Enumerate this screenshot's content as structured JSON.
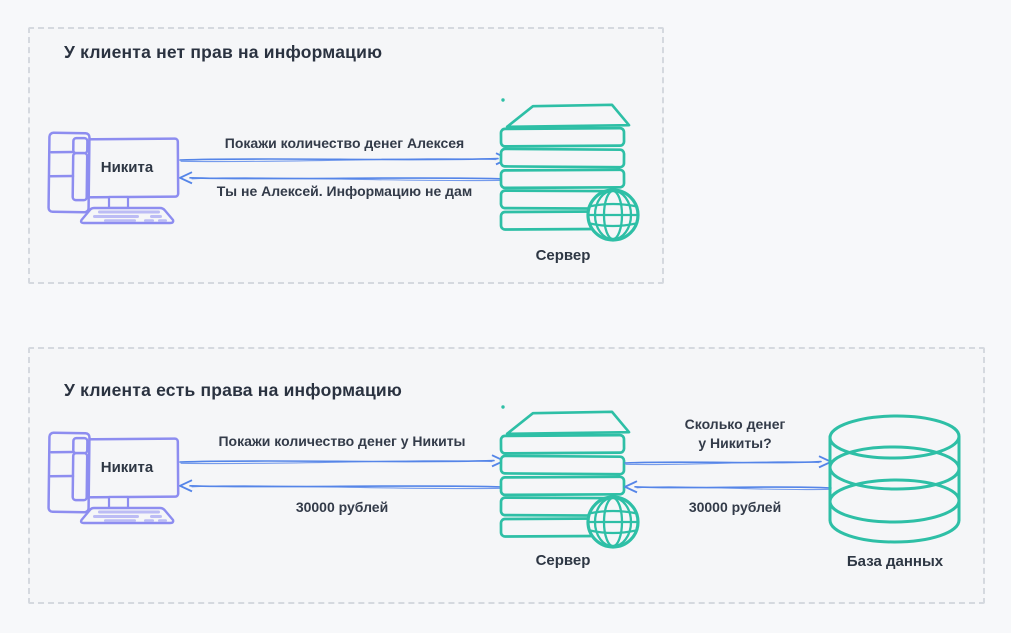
{
  "colors": {
    "page_bg": "#f7f8fa",
    "panel_bg": "#f5f6f8",
    "panel_border": "#d5d9df",
    "arrow_blue": "#5585e8",
    "icon_teal": "#2ebfa6",
    "icon_purple": "#8d8df0",
    "text_dark": "#2d3542"
  },
  "icons": {
    "client": "computer-icon",
    "server": "server-rack-globe-icon",
    "database": "database-cylinder-icon",
    "arrow": "sketch-arrow-icon"
  },
  "panels": [
    {
      "title": "У клиента нет прав на информацию",
      "client_label": "Никита",
      "server_label": "Сервер",
      "messages": {
        "request": "Покажи количество денег Алексея",
        "response": "Ты не Алексей. Информацию не дам"
      }
    },
    {
      "title": "У клиента есть права на информацию",
      "client_label": "Никита",
      "server_label": "Сервер",
      "database_label": "База данных",
      "messages": {
        "client_request": "Покажи количество денег у Никиты",
        "client_response": "30000 рублей",
        "db_request_line1": "Сколько денег",
        "db_request_line2": "у Никиты?",
        "db_response": "30000 рублей"
      }
    }
  ]
}
